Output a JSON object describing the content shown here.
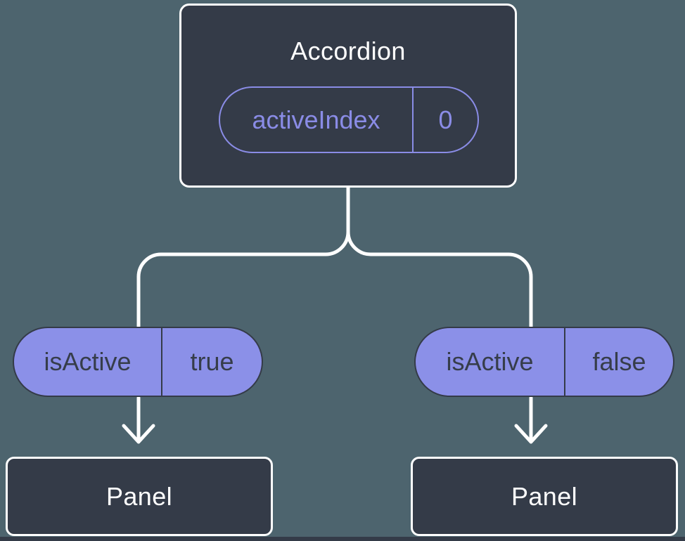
{
  "colors": {
    "background": "#4d646e",
    "node-fill": "#343b48",
    "node-border": "#ffffff",
    "node-text": "#ffffff",
    "accent": "#8a8ce6",
    "pill-fill": "#8b90e8",
    "pill-text": "#363d4a",
    "connector": "#ffffff"
  },
  "tree": {
    "root": {
      "label": "Accordion",
      "prop": {
        "name": "activeIndex",
        "value": "0"
      }
    },
    "children": [
      {
        "label": "Panel",
        "prop": {
          "name": "isActive",
          "value": "true"
        }
      },
      {
        "label": "Panel",
        "prop": {
          "name": "isActive",
          "value": "false"
        }
      }
    ]
  }
}
